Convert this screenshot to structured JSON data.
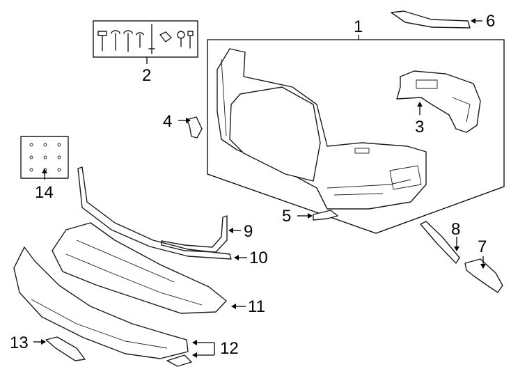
{
  "callouts": {
    "c1": "1",
    "c2": "2",
    "c3": "3",
    "c4": "4",
    "c5": "5",
    "c6": "6",
    "c7": "7",
    "c8": "8",
    "c9": "9",
    "c10": "10",
    "c11": "11",
    "c12": "12",
    "c13": "13",
    "c14": "14"
  },
  "colors": {
    "line": "#1a1a1a",
    "background": "#ffffff"
  }
}
